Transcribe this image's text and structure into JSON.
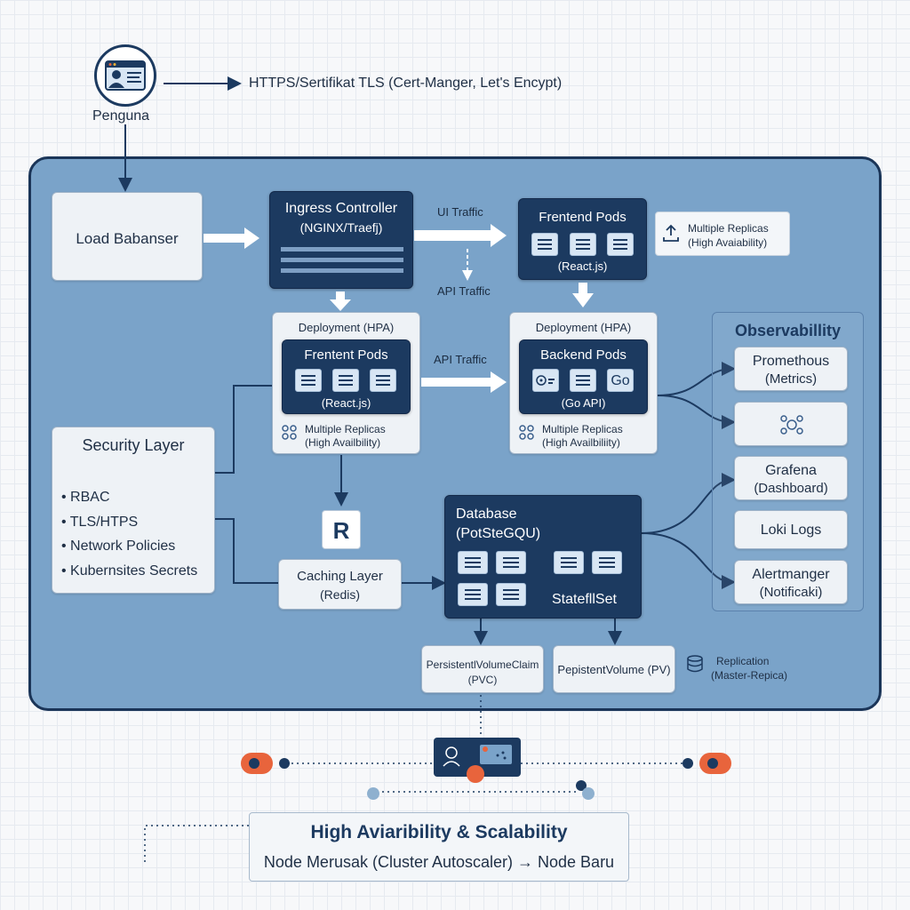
{
  "user": {
    "label": "Penguna",
    "tls_label": "HTTPS/Sertifikat TLS (Cert-Manger, Let's Encypt)"
  },
  "load_balancer": {
    "label": "Load Babanser"
  },
  "ingress": {
    "title": "Ingress Controller",
    "subtitle": "(NGINX/Traefj)"
  },
  "edges": {
    "ui_traffic": "UI Traffic",
    "api_traffic_1": "API Traffic",
    "api_traffic_2": "API Traffic"
  },
  "frontend_top": {
    "title": "Frentend Pods",
    "subtitle": "(React.js)"
  },
  "replicas_note": {
    "line1": "Multiple Replicas",
    "line2": "(High Avaiability)"
  },
  "deploy_frontend": {
    "header": "Deployment (HPA)",
    "title": "Frentent Pods",
    "subtitle": "(React.js)",
    "note1": "Multiple Replicas",
    "note2": "(High Availbility)"
  },
  "deploy_backend": {
    "header": "Deployment (HPA)",
    "title": "Backend Pods",
    "go": "Go",
    "subtitle": "(Go API)",
    "note1": "Multiple Replicas",
    "note2": "(High Availbiliity)"
  },
  "observability": {
    "title": "Observabillity",
    "prometheus": {
      "line1": "Promethous",
      "line2": "(Metrics)"
    },
    "grafana": {
      "line1": "Grafena",
      "line2": "(Dashboard)"
    },
    "loki": "Loki Logs",
    "alertmanager": {
      "line1": "Alertmanger",
      "line2": "(Notificaki)"
    }
  },
  "security": {
    "title": "Security Layer",
    "items": [
      "RBAC",
      "TLS/HTPS",
      "Network Policies",
      "Kubernsites Secrets"
    ]
  },
  "redis_icon": "R",
  "cache": {
    "line1": "Caching Layer",
    "line2": "(Redis)"
  },
  "database": {
    "title": "Database",
    "subtitle": "(PotSteGQU)",
    "statefulset": "StatefllSet"
  },
  "pvc": {
    "line1": "PersistentlVolumeClaim",
    "line2": "(PVC)"
  },
  "pv": {
    "label": "PepistentVolume (PV)"
  },
  "replication": {
    "line1": "Replication",
    "line2": "(Master-Repica)"
  },
  "ha": {
    "title": "High Aviaribility & Scalability",
    "subtitle": "Node Merusak (Cluster Autoscaler) → Node Baru"
  },
  "colors": {
    "cluster_bg": "#7aa3c9",
    "dark_box": "#1c3a60",
    "accent": "#e8643c"
  }
}
